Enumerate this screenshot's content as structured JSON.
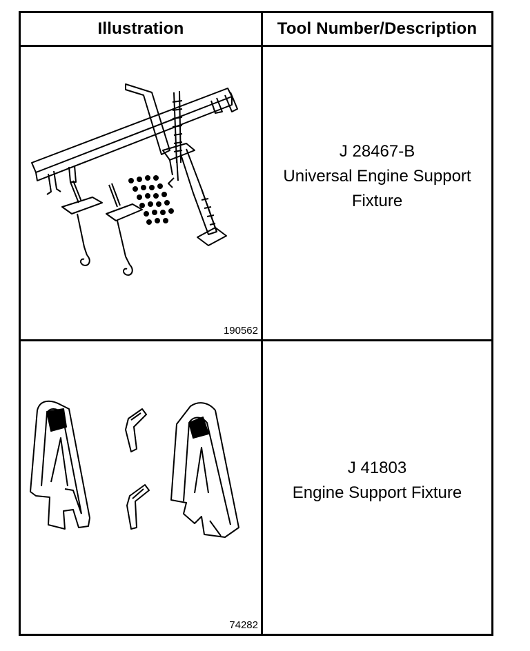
{
  "table": {
    "headers": {
      "illustration": "Illustration",
      "tool": "Tool Number/Description"
    },
    "rows": [
      {
        "tool_number": "J 28467-B",
        "description_line1": "Universal Engine Support",
        "description_line2": "Fixture",
        "figure_number": "190562"
      },
      {
        "tool_number": "J 41803",
        "description_line1": "Engine Support Fixture",
        "figure_number": "74282"
      }
    ]
  }
}
